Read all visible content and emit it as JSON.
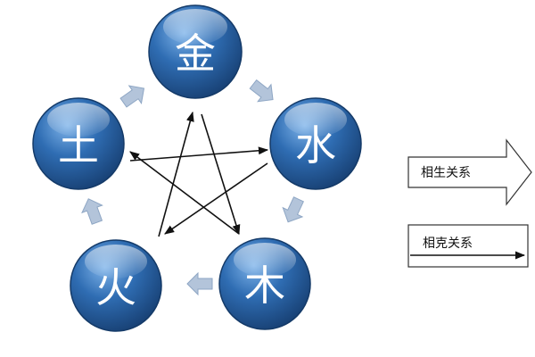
{
  "elements": {
    "metal": "金",
    "water": "水",
    "wood": "木",
    "fire": "火",
    "earth": "土"
  },
  "legend": {
    "generating_label": "相生关系",
    "overcoming_label": "相克关系"
  },
  "colors": {
    "node_fill": "#2f6db3",
    "node_dark": "#1c4a86",
    "arrow_light": "#b3c4da",
    "line": "#111111"
  }
}
